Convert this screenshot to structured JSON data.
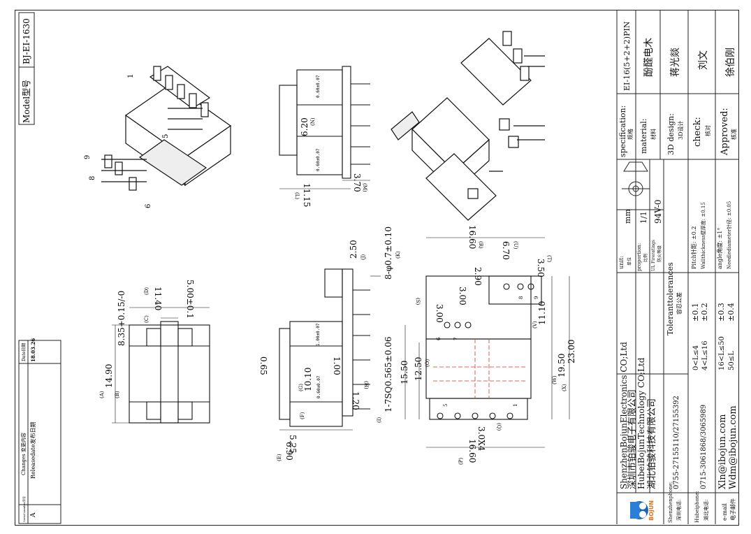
{
  "model_box": {
    "label": "Model型号",
    "value": "BJ-EI-1630"
  },
  "changes": {
    "header_serial": "Serial number序号",
    "header_changes": "Changes 变更内容",
    "header_date": "Date日期",
    "row_serial": "A",
    "row_changes": "Releasedate发布日期",
    "row_date": "18.03.26"
  },
  "title_block": {
    "spec_label_en": "specification:",
    "spec_label_cn": "规格",
    "spec_value": "EI-16(5+2+2)PIN",
    "material_label_en": "material:",
    "material_label_cn": "材料",
    "material_value": "酚醛电木",
    "design_label_en": "3D design:",
    "design_label_cn": "3D设计",
    "design_value": "蒋光燚",
    "check_label_en": "check:",
    "check_label_cn": "核对",
    "check_value": "刘文",
    "approved_label_en": "Approved:",
    "approved_label_cn": "核准",
    "approved_value": "徐伯刚",
    "unit_label_en": "unit:",
    "unit_label_cn": "单位",
    "unit_value": "mm",
    "proportion_label_en": "proportion:",
    "proportion_label_cn": "比例",
    "proportion_value": "1/1",
    "ul_label_en": "UL Fireratings",
    "ul_label_cn": "防火等级",
    "ul_value": "94V-0",
    "tol_title_en": "Toleranttolerances",
    "tol_title_cn": "容忍公差",
    "tol_rows": [
      {
        "range": "0<L≤4",
        "tol": "±0.1"
      },
      {
        "range": "4<L≤16",
        "tol": "±0.2"
      },
      {
        "range": "16<L≤50",
        "tol": "±0.3"
      },
      {
        "range": "50≤L",
        "tol": "±0.4"
      }
    ],
    "tol_notes": [
      "Pitch针距: ±0.2",
      "Wallthickness壁厚度: ±0.15",
      "angle角度: ±1°",
      "Needlediameter针径: ±0.05"
    ],
    "company_en_1": "ShenzhenBojunElectronics CO;Ltd",
    "company_cn_1": "深圳市铂骏电子有限公司",
    "company_en_2": "HubeiBojunTechnology CO;Ltd",
    "company_cn_2": "湖北铂骏科技有限公司",
    "logo_text": "BOJUN",
    "contacts": [
      {
        "label_en": "Shenzhenphone:",
        "label_cn": "深圳电话:",
        "value": "0755-27155110/27155392"
      },
      {
        "label_en": "Hubeiphone:",
        "label_cn": "湖北电话:",
        "value": "0715-3061868/3065989"
      },
      {
        "label_en": "e-mail",
        "label_cn": "电子邮件",
        "value": "Xln@ibojun.com",
        "value2": "Wdm@ibojun.com"
      }
    ]
  },
  "dims": {
    "topview": {
      "A": "14.90",
      "A_tag": "(A)",
      "B_tag": "(B)",
      "B": "8.35+0.15/-0",
      "C_tag": "(C)",
      "D_tag": "(D)",
      "D": "11.40",
      "E": "5.00±0.1"
    },
    "side_top": {
      "N": "6.20",
      "N_tag": "(N)",
      "pin_w1": "0.60±0.07",
      "pin_w2": "0.60±0.07",
      "M": "3.70",
      "M_tag": "(M)",
      "L": "11.15",
      "L_tag": "(L)"
    },
    "side_bottom": {
      "J": "2.50",
      "J_tag": "(J)",
      "K": "8-φ0.7±0.10",
      "K_tag": "(K)",
      "G": "10.10",
      "G_tag": "(G)",
      "F": "5.25",
      "F_tag": "(F)",
      "E": "6.90",
      "E_tag": "(E)",
      "H": "1.20",
      "H_tag": "(H)",
      "I": "1-7SQ0.565±0.06",
      "I_tag": "(I)",
      "d065": "0.65",
      "d100": "1.00",
      "d100b": "1.00±0.07",
      "d060": "0.60±0.07"
    },
    "bottomview": {
      "R": "16.60",
      "R_tag": "(R)",
      "U": "6.70",
      "U_tag": "(U)",
      "T": "3.50",
      "T_tag": "(T)",
      "d290": "2.90",
      "S": "3.00",
      "S_tag": "(S)",
      "d300": "3.00",
      "V": "11.10",
      "V_tag": "(V)",
      "W": "19.50",
      "W_tag": "(W)",
      "X": "23.00",
      "X_tag": "(X)",
      "d1550": "15.50",
      "O": "12.50",
      "O_tag": "(O)",
      "Q": "3.0X4",
      "Q_tag": "(Q)",
      "P": "16.60",
      "P_tag": "(P)"
    },
    "pin_labels": [
      "1",
      "5",
      "6",
      "7",
      "8",
      "9"
    ]
  }
}
